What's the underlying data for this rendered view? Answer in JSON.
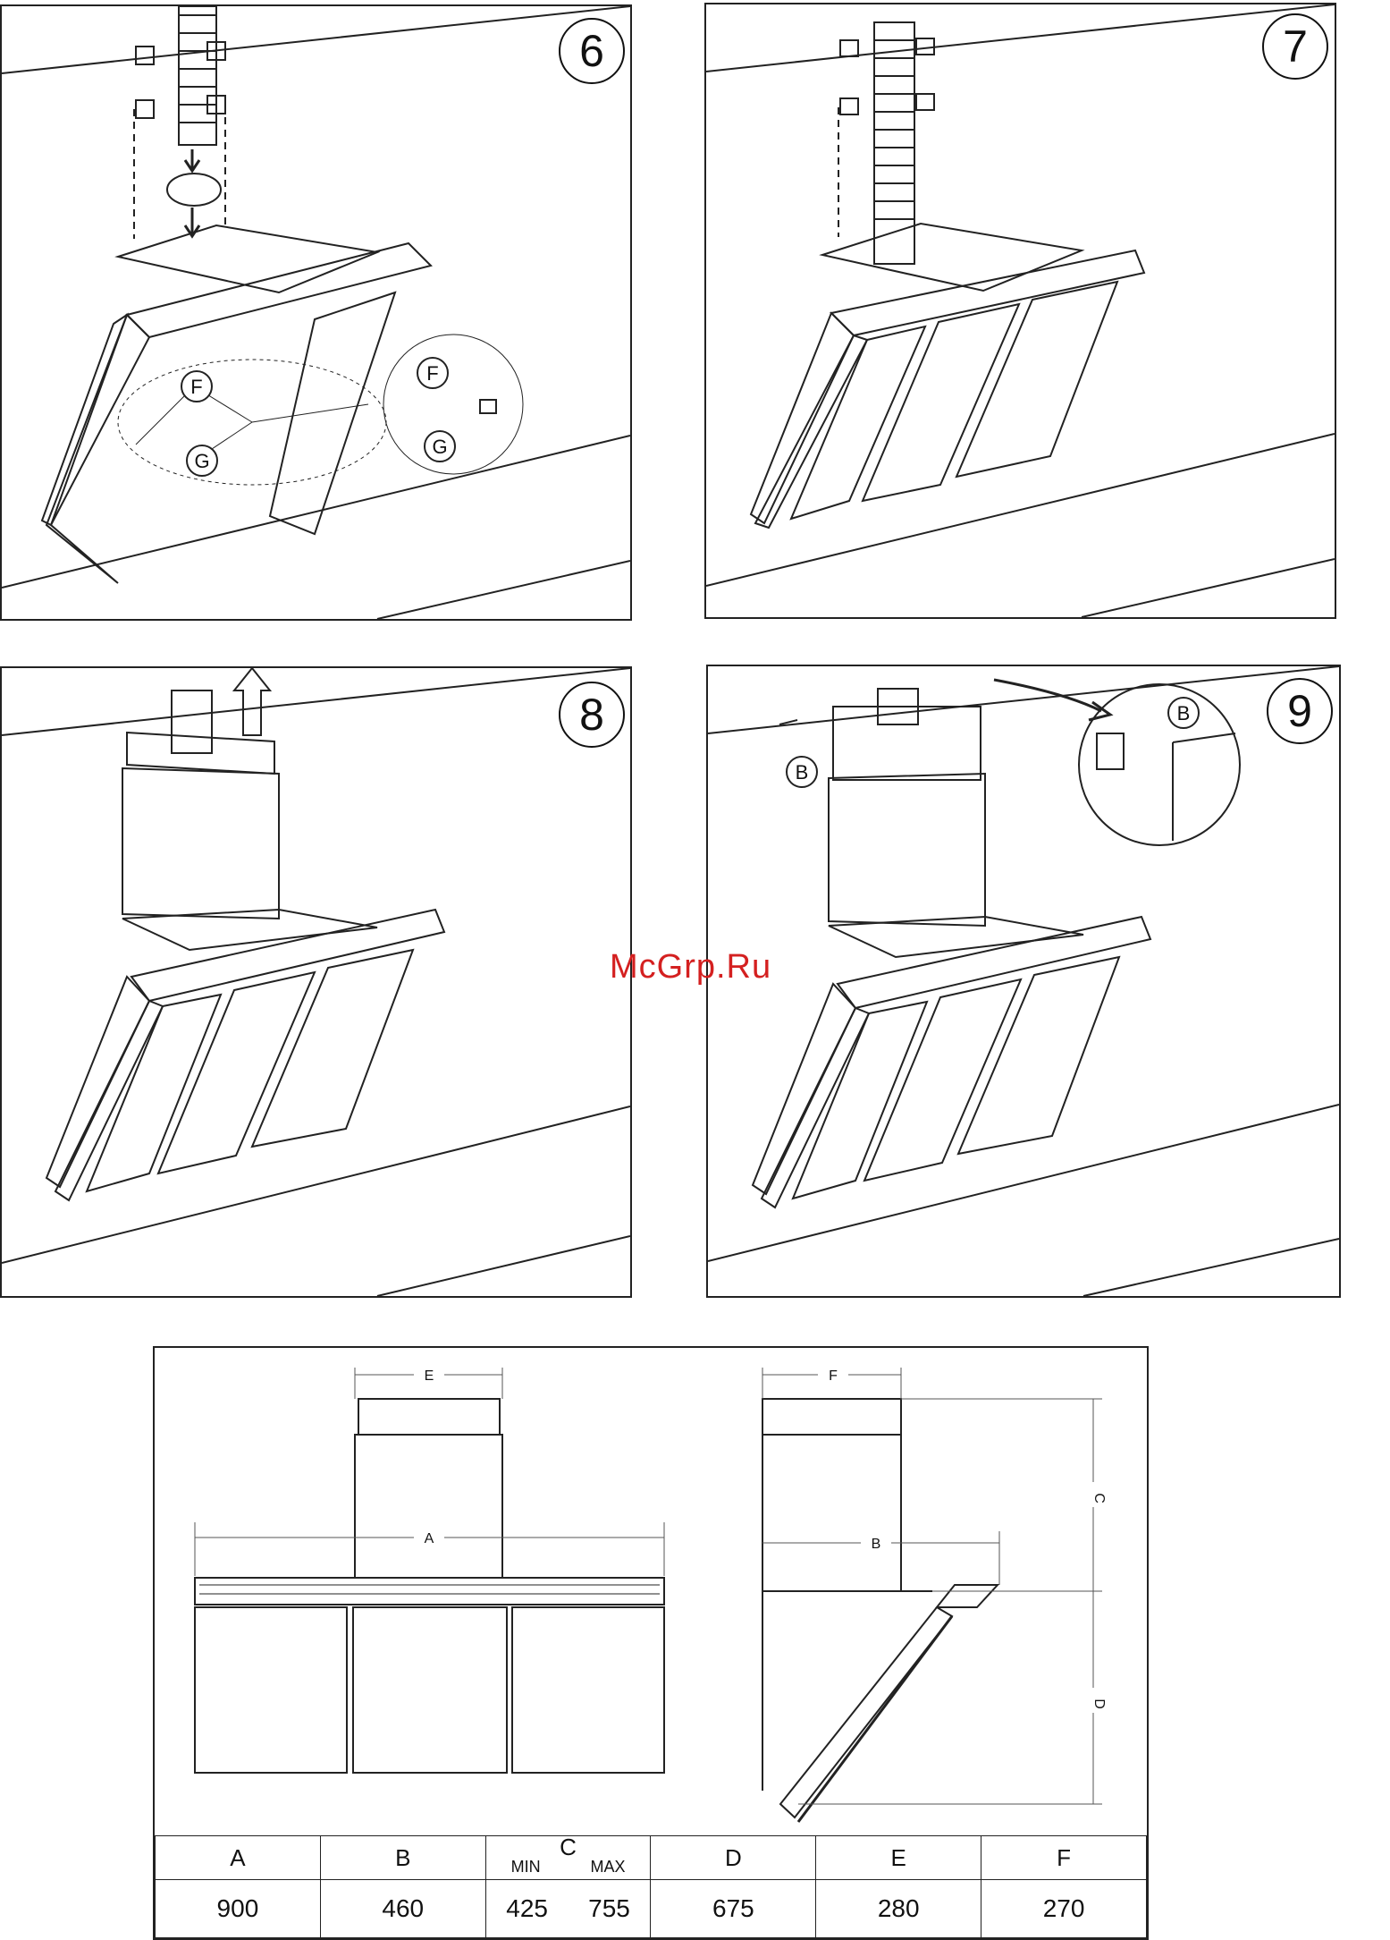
{
  "steps": [
    {
      "number": "6",
      "callouts": [
        "F",
        "G",
        "F",
        "G"
      ]
    },
    {
      "number": "7",
      "callouts": []
    },
    {
      "number": "8",
      "callouts": []
    },
    {
      "number": "9",
      "callouts": [
        "B",
        "B"
      ]
    }
  ],
  "watermark": "McGrp.Ru",
  "drawing_labels": {
    "front_width": "A",
    "side_depth": "B",
    "chimney_height": "C",
    "hood_height": "D",
    "chimney_front_width": "E",
    "chimney_side_width": "F"
  },
  "table": {
    "headers": [
      "A",
      "B",
      "C",
      "D",
      "E",
      "F"
    ],
    "c_sub": [
      "MIN",
      "MAX"
    ],
    "values": {
      "A": "900",
      "B": "460",
      "C_min": "425",
      "C_max": "755",
      "D": "675",
      "E": "280",
      "F": "270"
    }
  },
  "colors": {
    "line": "#222222",
    "watermark": "#d42020"
  }
}
